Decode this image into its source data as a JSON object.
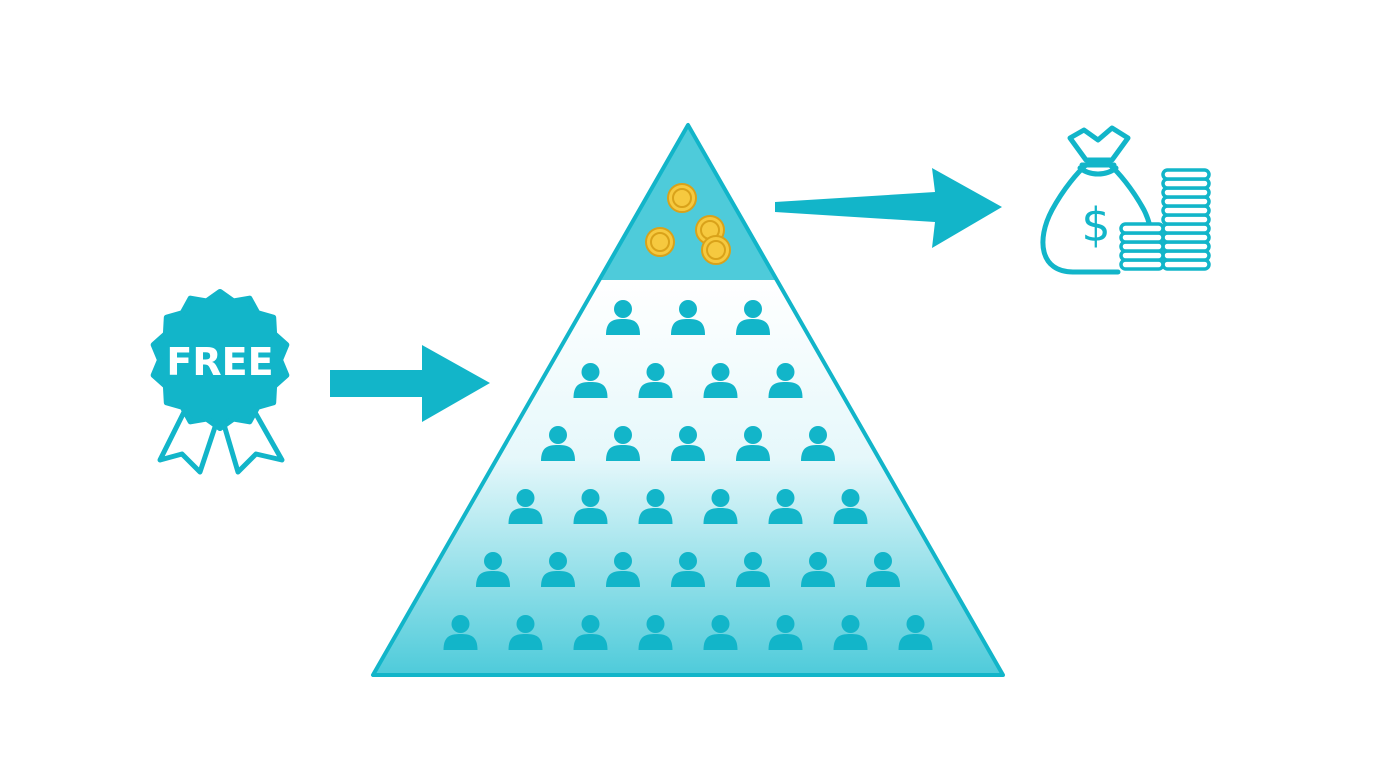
{
  "badge": {
    "label": "FREE",
    "icon": "award-ribbon-icon"
  },
  "pyramid": {
    "tier_rows": [
      3,
      4,
      5,
      6,
      7,
      8
    ],
    "top_icon": "gold-coins-icon",
    "member_icon": "person-icon"
  },
  "money": {
    "symbol": "$",
    "icon": "money-bag-icon",
    "stack_icon": "coin-stack-icon"
  },
  "colors": {
    "primary": "#12b5c9",
    "top_fill": "#4ecbda",
    "gradient_mid": "#e6f8fb",
    "coin_fill": "#f6c93f",
    "coin_edge": "#d9a21a",
    "background": "#ffffff"
  }
}
